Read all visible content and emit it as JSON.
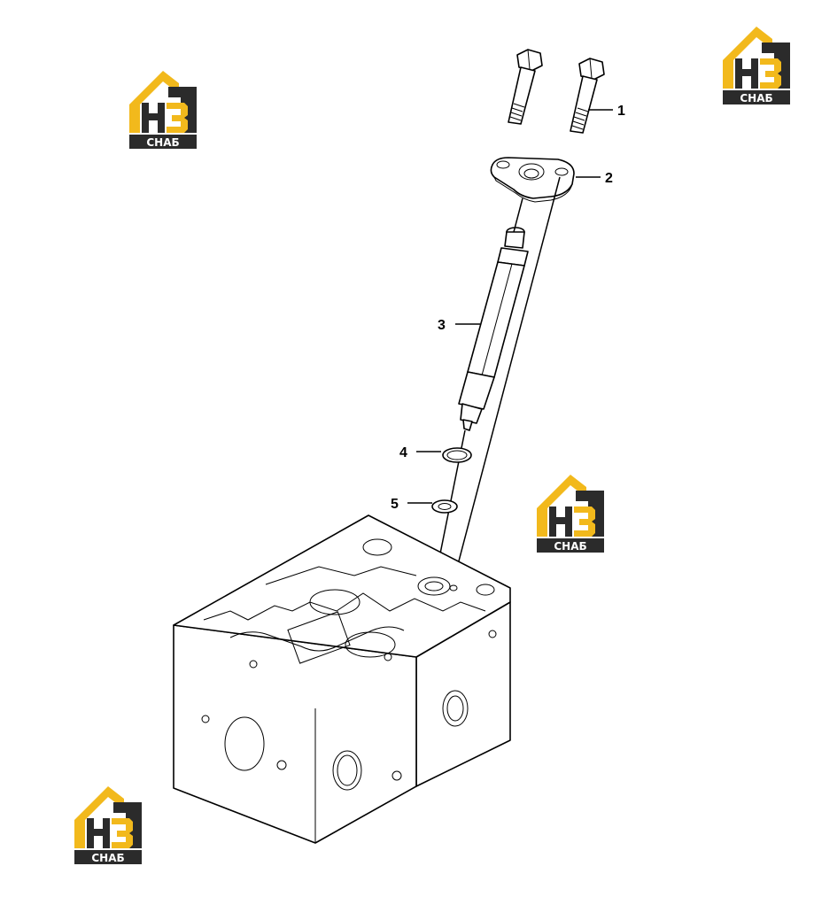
{
  "callouts": [
    {
      "id": "1",
      "text": "1"
    },
    {
      "id": "2",
      "text": "2"
    },
    {
      "id": "3",
      "text": "3"
    },
    {
      "id": "4",
      "text": "4"
    },
    {
      "id": "5",
      "text": "5"
    }
  ],
  "watermark": {
    "letters": "НЗ",
    "caption": "СНАБ",
    "colors": {
      "yellow": "#F2B91C",
      "dark": "#2B2B2B",
      "white": "#FFFFFF"
    }
  }
}
